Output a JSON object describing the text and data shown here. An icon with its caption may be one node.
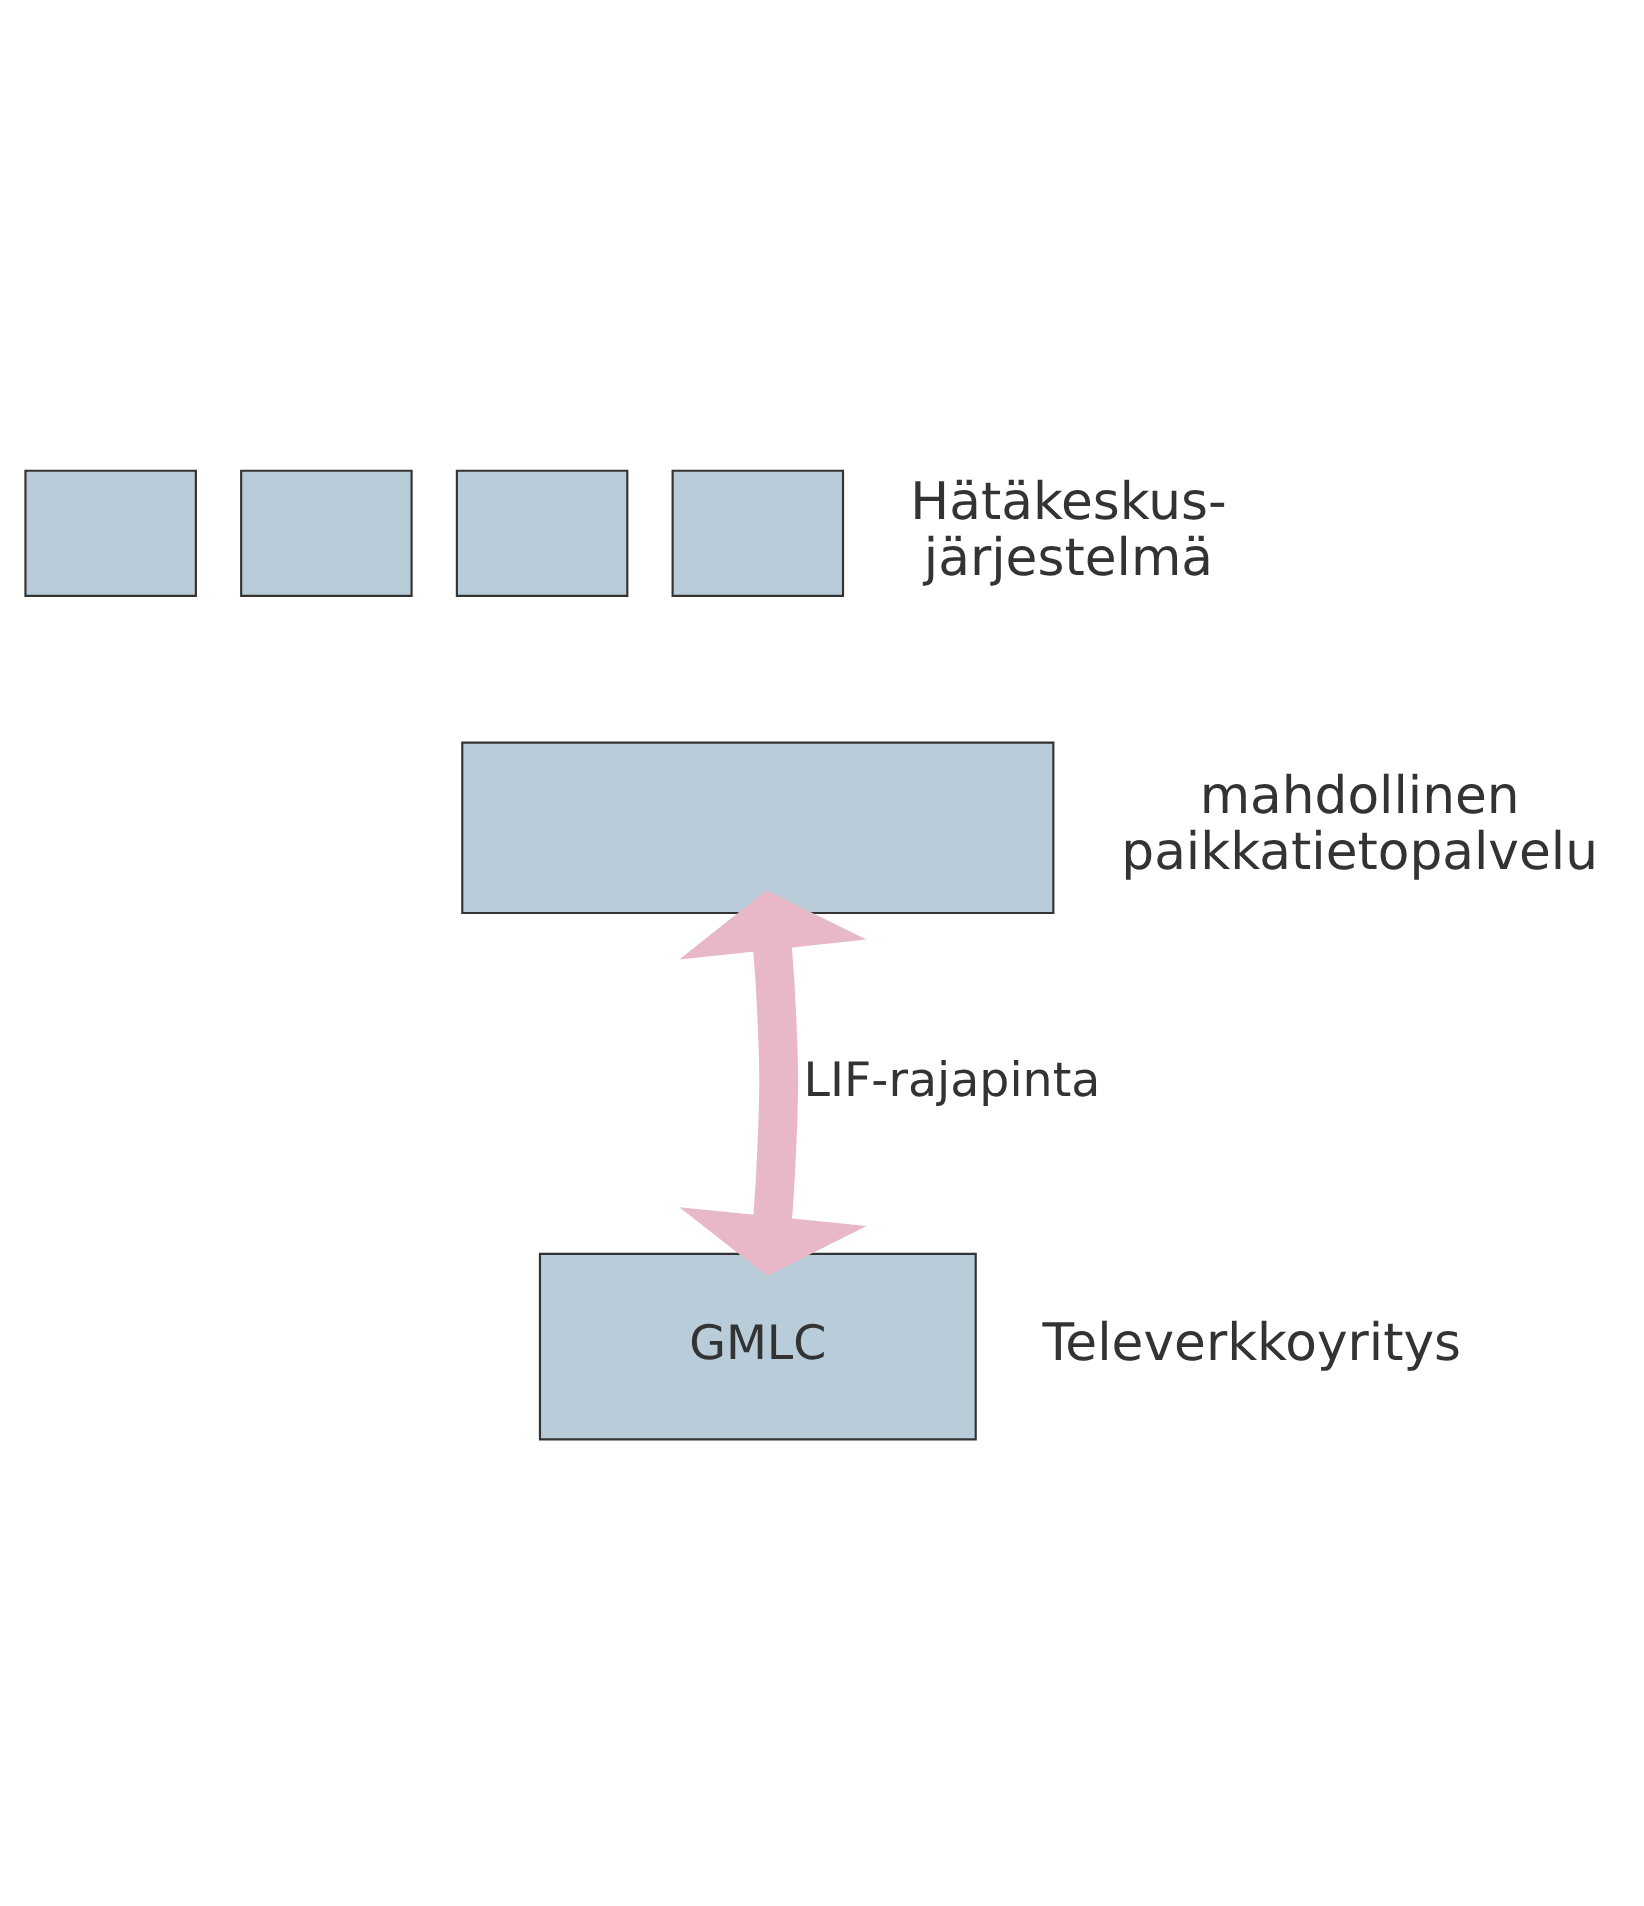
{
  "diagram": {
    "nodes": [
      {
        "text": [],
        "shape": "box"
      },
      {
        "text": [],
        "shape": "box"
      },
      {
        "text": [],
        "shape": "box"
      },
      {
        "text": [],
        "shape": "box",
        "beside": [
          "Hätäkeskus- järjestelmä"
        ]
      },
      {
        "text": [],
        "shape": "box",
        "beside": [
          "mahdollinen paikkatietopalvelu"
        ]
      },
      {
        "text": [
          "GMLC"
        ],
        "beside": [
          "Televerkkoyritys"
        ]
      }
    ],
    "edges": [
      {
        "from": 4,
        "to": 5,
        "arrow": "both",
        "label": "LIF-rajapinta"
      }
    ]
  }
}
